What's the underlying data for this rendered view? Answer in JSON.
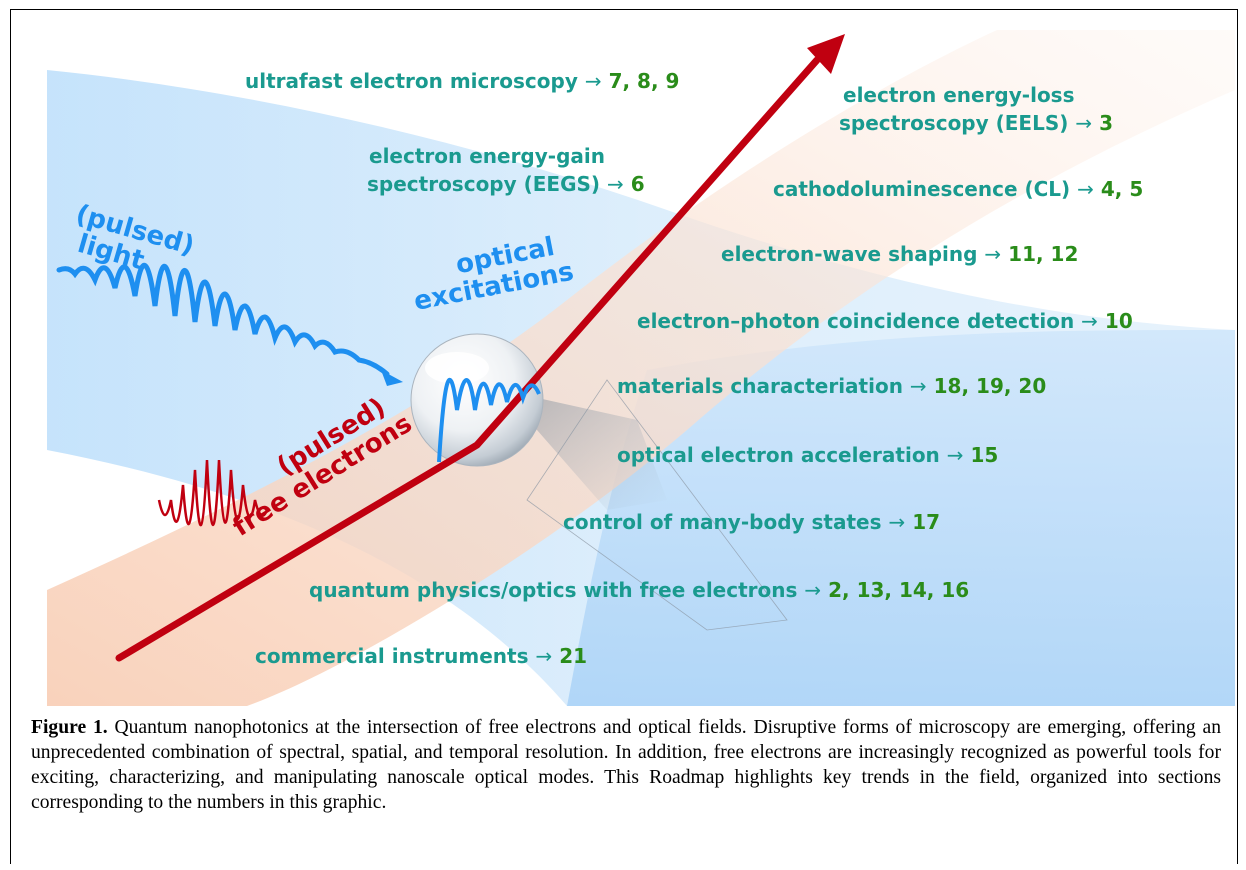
{
  "topics": [
    {
      "id": "ultrafast",
      "text": "ultrafast electron microscopy",
      "arrow": "→",
      "refs": "7, 8, 9"
    },
    {
      "id": "eels_line1",
      "text": "electron energy-loss",
      "arrow": "",
      "refs": ""
    },
    {
      "id": "eels_line2",
      "text": "spectroscopy (EELS)",
      "arrow": "→",
      "refs": "3"
    },
    {
      "id": "eegs_line1",
      "text": "electron energy-gain",
      "arrow": "",
      "refs": ""
    },
    {
      "id": "eegs_line2",
      "text": "spectroscopy (EEGS)",
      "arrow": "→",
      "refs": "6"
    },
    {
      "id": "cl",
      "text": "cathodoluminescence (CL)",
      "arrow": "→",
      "refs": "4, 5"
    },
    {
      "id": "wave_shaping",
      "text": "electron-wave shaping",
      "arrow": "→",
      "refs": "11, 12"
    },
    {
      "id": "coincidence",
      "text": "electron–photon coincidence detection",
      "arrow": "→",
      "refs": "10"
    },
    {
      "id": "materials",
      "text": "materials characteriation",
      "arrow": "→",
      "refs": "18, 19, 20"
    },
    {
      "id": "acceleration",
      "text": "optical electron acceleration",
      "arrow": "→",
      "refs": "15"
    },
    {
      "id": "many_body",
      "text": "control of many-body states",
      "arrow": "→",
      "refs": "17"
    },
    {
      "id": "quantum",
      "text": "quantum physics/optics with free electrons",
      "arrow": "→",
      "refs": "2, 13, 14, 16"
    },
    {
      "id": "commercial",
      "text": "commercial instruments",
      "arrow": "→",
      "refs": "21"
    }
  ],
  "labels": {
    "pulsed_light_1": "(pulsed)",
    "pulsed_light_2": "light",
    "optical_1": "optical",
    "optical_2": "excitations",
    "electrons_1": "(pulsed)",
    "electrons_2": "free electrons"
  },
  "caption": {
    "figure_label": "Figure 1.",
    "text": "  Quantum nanophotonics at the intersection of free electrons and optical fields. Disruptive forms of microscopy are emerging, offering an unprecedented combination of spectral, spatial, and temporal resolution. In addition, free electrons are increasingly recognized as powerful tools for exciting, characterizing, and manipulating nanoscale optical modes. This Roadmap highlights key trends in the field, organized into sections corresponding to the numbers in this graphic."
  },
  "colors": {
    "topic_text": "#1a9a8f",
    "ref_numbers": "#2a8c1a",
    "electron_beam": "#c00010",
    "light": "#1e8ff0"
  }
}
